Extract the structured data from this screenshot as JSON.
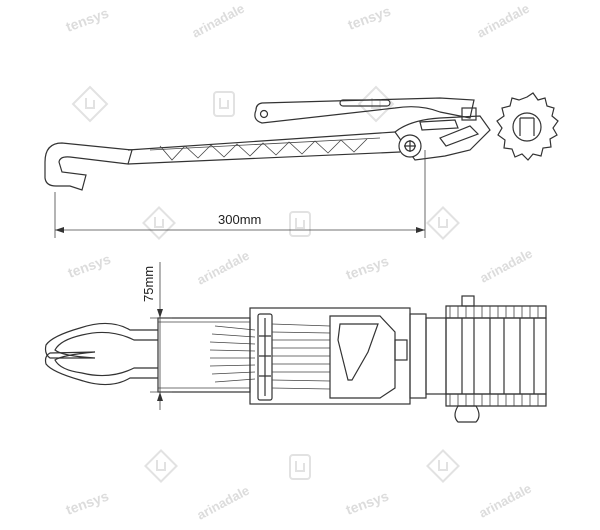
{
  "dimensions": {
    "length_label": "300mm",
    "width_label": "75mm"
  },
  "watermark": {
    "brand_a": "tensys",
    "brand_b": "arinadale"
  },
  "colors": {
    "line": "#333333",
    "watermark": "#dcdcdc",
    "background": "#ffffff"
  }
}
